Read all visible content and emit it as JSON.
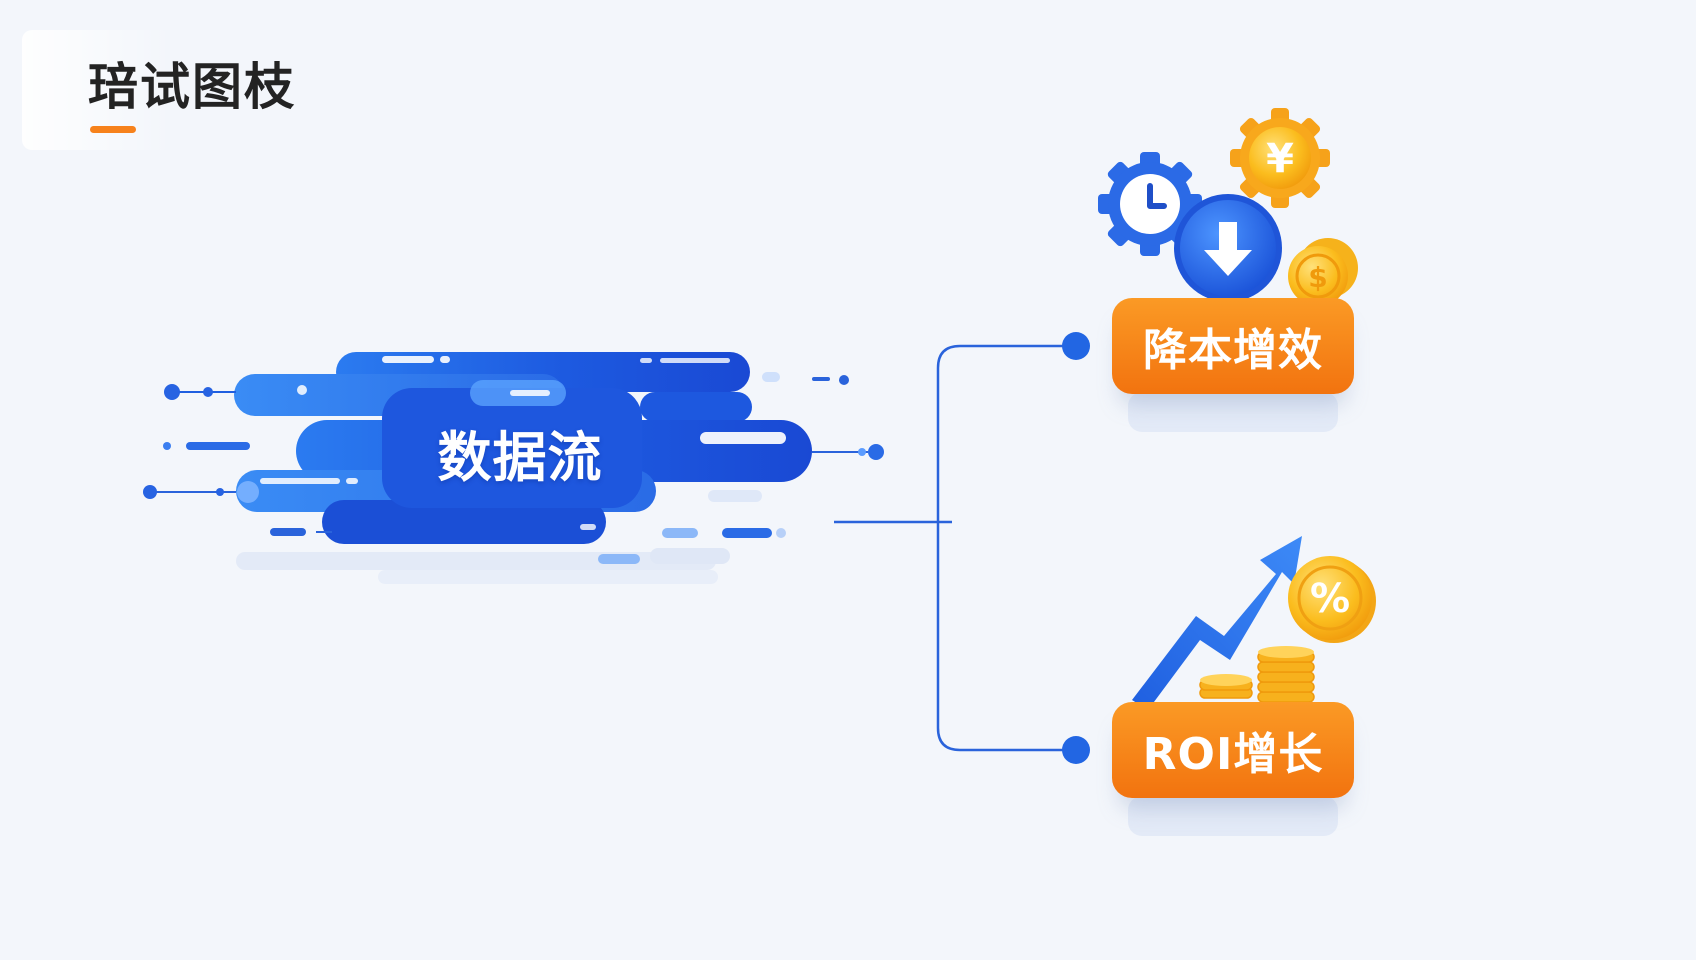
{
  "header": {
    "title": "琣试图枝"
  },
  "diagram": {
    "source": {
      "label": "数据流"
    },
    "outcomes": [
      {
        "label": "降本增效",
        "icon": "gears-clock-arrow-coins-icon"
      },
      {
        "label": "ROI增长",
        "icon": "rising-arrow-coins-percent-icon"
      }
    ],
    "currency_symbol": "¥",
    "percent_symbol": "%",
    "dollar_symbol": "$"
  },
  "colors": {
    "background": "#f3f6fb",
    "title": "#232323",
    "accent_orange": "#f7821c",
    "flow_blue": "#1f5fe0",
    "connector_blue": "#2a63db",
    "box_orange": "#f47b12",
    "coin_gold": "#fbbd1e"
  }
}
